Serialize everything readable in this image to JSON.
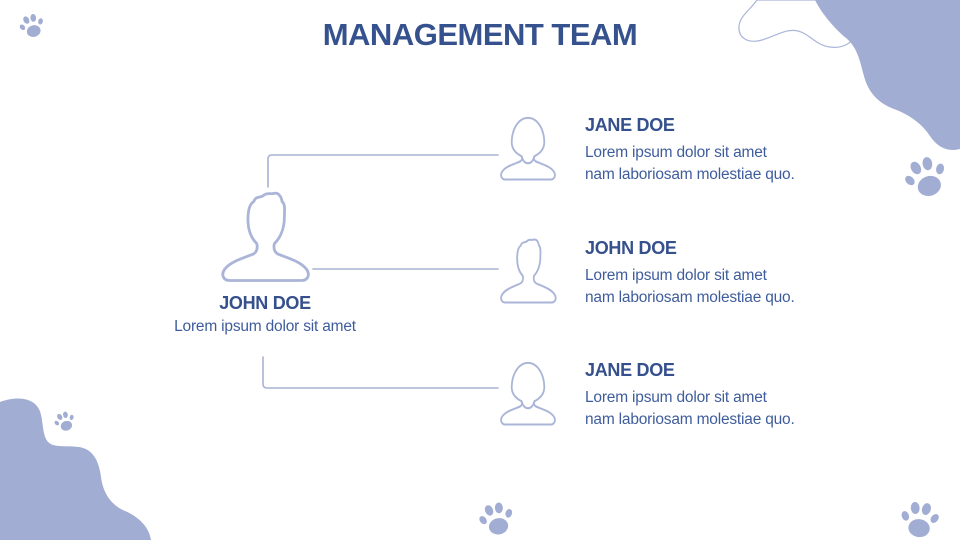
{
  "slide": {
    "title": "MANAGEMENT TEAM"
  },
  "leader": {
    "name": "JOHN DOE",
    "description": "Lorem ipsum dolor sit amet",
    "icon": "male-person-icon"
  },
  "members": [
    {
      "name": "JANE DOE",
      "description_line1": "Lorem ipsum dolor sit amet",
      "description_line2": "nam laboriosam molestiae quo.",
      "icon": "female-person-icon"
    },
    {
      "name": "JOHN DOE",
      "description_line1": "Lorem ipsum dolor sit amet",
      "description_line2": "nam laboriosam molestiae quo.",
      "icon": "male-person-icon"
    },
    {
      "name": "JANE DOE",
      "description_line1": "Lorem ipsum dolor sit amet",
      "description_line2": "nam laboriosam molestiae quo.",
      "icon": "female-person-icon"
    }
  ],
  "decorations": {
    "paw_icon": "paw-print-icon",
    "corner_shapes": [
      "top-right-blob",
      "top-right-outline-wave",
      "bottom-left-blob"
    ],
    "paw_count": 5
  },
  "colors": {
    "title": "#36528e",
    "name_text": "#35508c",
    "body_text": "#3f5d9c",
    "periwinkle_fill": "#a1add2",
    "icon_stroke": "#aab5d8",
    "connector_line": "#a9b3d2",
    "background": "#ffffff"
  }
}
